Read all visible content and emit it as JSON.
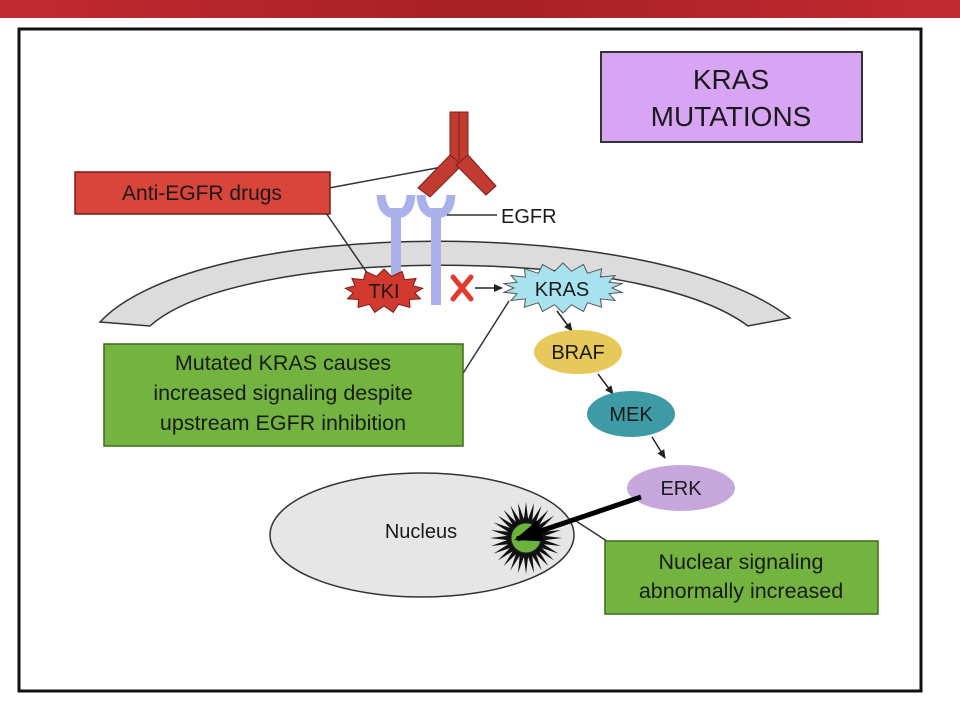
{
  "slide": {
    "title_lines": [
      "KRAS",
      "MUTATIONS"
    ]
  },
  "labels": {
    "anti_egfr_drugs": "Anti-EGFR drugs",
    "egfr": "EGFR",
    "tki": "TKI",
    "kras": "KRAS",
    "braf": "BRAF",
    "mek": "MEK",
    "erk": "ERK",
    "nucleus": "Nucleus"
  },
  "callouts": {
    "mutated_kras": [
      "Mutated KRAS causes",
      "increased signaling despite",
      "upstream EGFR inhibition"
    ],
    "nuclear_signaling": [
      "Nuclear signaling",
      "abnormally increased"
    ]
  },
  "icons": {
    "antibody": "antibody-icon",
    "inhibition_mark": "red-x-icon",
    "tki_shape": "starburst-icon",
    "kras_shape": "starburst-icon",
    "nuclear_activation": "spiky-burst-icon"
  },
  "colors": {
    "banner": "#b3242a",
    "title_box": "#d8a5f5",
    "anti_egfr_box": "#d9443b",
    "antibody": "#c23b30",
    "receptor": "#a9b0ea",
    "membrane": "#dcdcdc",
    "tki": "#d23a2f",
    "inhibition_x": "#e2392a",
    "kras": "#a8e2ef",
    "braf": "#e7c85a",
    "mek": "#3e9aa4",
    "erk": "#c6a7dc",
    "nucleus": "#e6e6e6",
    "callout": "#72b43f",
    "burst_center": "#6cb33b"
  }
}
